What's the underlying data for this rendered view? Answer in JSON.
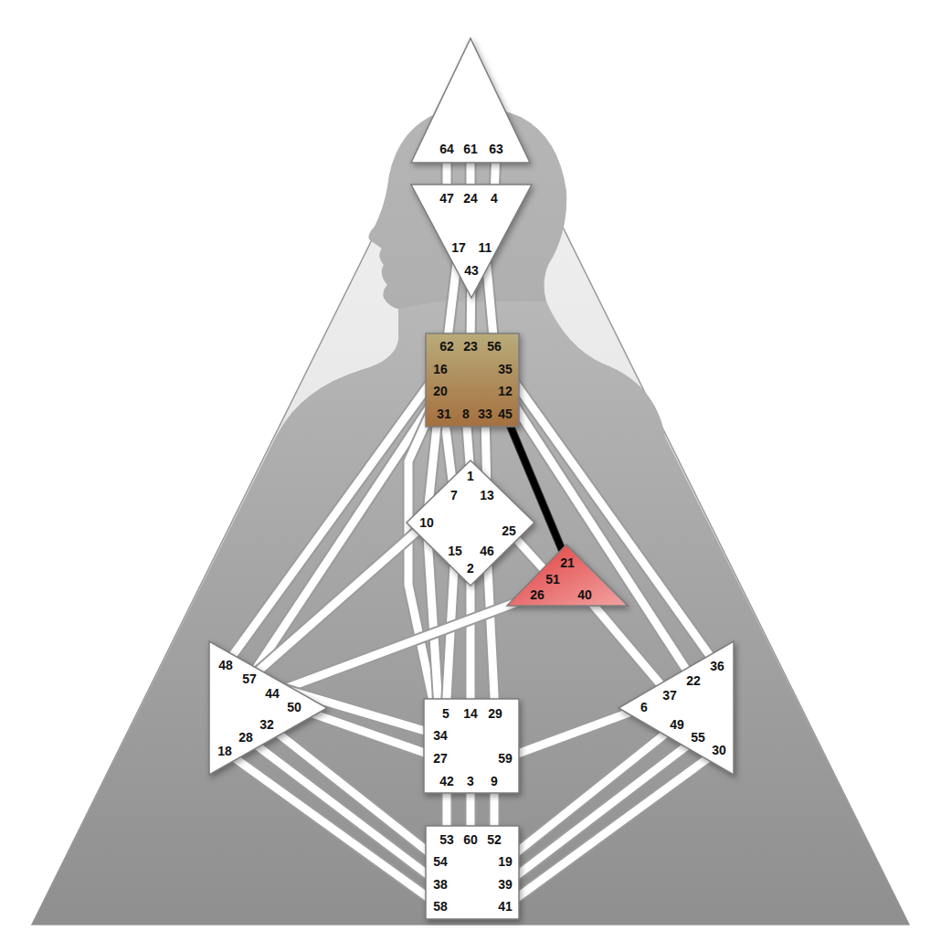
{
  "diagram": {
    "nodes": [
      {
        "text": [
          "64",
          "61",
          "63"
        ]
      },
      {
        "text": [
          "47",
          "24",
          "4",
          "17",
          "11",
          "43"
        ]
      },
      {
        "text": [
          "62",
          "23",
          "56",
          "16",
          "35",
          "20",
          "12",
          "31",
          "8",
          "33",
          "45"
        ]
      },
      {
        "text": [
          "1",
          "7",
          "13",
          "10",
          "25",
          "15",
          "46",
          "2"
        ]
      },
      {
        "text": [
          "21",
          "51",
          "26",
          "40"
        ]
      },
      {
        "text": [
          "48",
          "57",
          "44",
          "50",
          "32",
          "28",
          "18"
        ]
      },
      {
        "text": [
          "5",
          "14",
          "29",
          "34",
          "27",
          "59",
          "42",
          "3",
          "9"
        ]
      },
      {
        "text": [
          "36",
          "22",
          "37",
          "6",
          "49",
          "55",
          "30"
        ]
      },
      {
        "text": [
          "53",
          "60",
          "52",
          "54",
          "19",
          "38",
          "39",
          "58",
          "41"
        ]
      }
    ],
    "edges": [
      {
        "from": 0,
        "to": 1,
        "arrow": "none"
      },
      {
        "from": 0,
        "to": 1,
        "arrow": "none"
      },
      {
        "from": 0,
        "to": 1,
        "arrow": "none"
      },
      {
        "from": 1,
        "to": 2,
        "arrow": "none"
      },
      {
        "from": 1,
        "to": 2,
        "arrow": "none"
      },
      {
        "from": 1,
        "to": 2,
        "arrow": "none"
      },
      {
        "from": 2,
        "to": 3,
        "arrow": "none"
      },
      {
        "from": 2,
        "to": 3,
        "arrow": "none"
      },
      {
        "from": 2,
        "to": 3,
        "arrow": "none"
      },
      {
        "from": 2,
        "to": 3,
        "arrow": "none"
      },
      {
        "from": 2,
        "to": 4,
        "arrow": "none"
      },
      {
        "from": 2,
        "to": 5,
        "arrow": "none"
      },
      {
        "from": 2,
        "to": 5,
        "arrow": "none"
      },
      {
        "from": 2,
        "to": 6,
        "arrow": "none"
      },
      {
        "from": 2,
        "to": 7,
        "arrow": "none"
      },
      {
        "from": 2,
        "to": 7,
        "arrow": "none"
      },
      {
        "from": 3,
        "to": 4,
        "arrow": "none"
      },
      {
        "from": 3,
        "to": 5,
        "arrow": "none"
      },
      {
        "from": 3,
        "to": 6,
        "arrow": "none"
      },
      {
        "from": 3,
        "to": 6,
        "arrow": "none"
      },
      {
        "from": 3,
        "to": 6,
        "arrow": "none"
      },
      {
        "from": 3,
        "to": 6,
        "arrow": "none"
      },
      {
        "from": 4,
        "to": 5,
        "arrow": "none"
      },
      {
        "from": 4,
        "to": 7,
        "arrow": "none"
      },
      {
        "from": 5,
        "to": 6,
        "arrow": "none"
      },
      {
        "from": 5,
        "to": 6,
        "arrow": "none"
      },
      {
        "from": 5,
        "to": 8,
        "arrow": "none"
      },
      {
        "from": 5,
        "to": 8,
        "arrow": "none"
      },
      {
        "from": 5,
        "to": 8,
        "arrow": "none"
      },
      {
        "from": 6,
        "to": 8,
        "arrow": "none"
      },
      {
        "from": 6,
        "to": 8,
        "arrow": "none"
      },
      {
        "from": 6,
        "to": 8,
        "arrow": "none"
      },
      {
        "from": 6,
        "to": 7,
        "arrow": "none"
      },
      {
        "from": 7,
        "to": 8,
        "arrow": "none"
      },
      {
        "from": 7,
        "to": 8,
        "arrow": "none"
      },
      {
        "from": 7,
        "to": 8,
        "arrow": "none"
      }
    ]
  }
}
